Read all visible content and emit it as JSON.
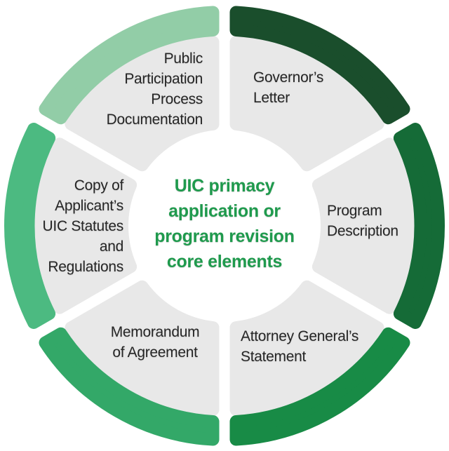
{
  "diagram": {
    "type": "segmented-wheel",
    "center": {
      "text": "UIC primacy\napplication or\nprogram revision\ncore elements",
      "color": "#1f9a4d"
    },
    "wedge_color": "#e8e8e8",
    "label_color": "#262626",
    "segments": [
      {
        "id": "governors-letter",
        "label": "Governor’s\nLetter",
        "color": "#1a4e2c"
      },
      {
        "id": "program-description",
        "label": "Program\nDescription",
        "color": "#156b37"
      },
      {
        "id": "attorney-generals-statement",
        "label": "Attorney General’s\nStatement",
        "color": "#188b46"
      },
      {
        "id": "memorandum-of-agreement",
        "label": "Memorandum\nof Agreement",
        "color": "#33a868"
      },
      {
        "id": "copy-of-applicants-uic-statutes-and-regulations",
        "label": "Copy of\nApplicant’s\nUIC Statutes\nand\nRegulations",
        "color": "#4cba81"
      },
      {
        "id": "public-participation-process-documentation",
        "label": "Public\nParticipation\nProcess\nDocumentation",
        "color": "#92cda7"
      }
    ]
  }
}
